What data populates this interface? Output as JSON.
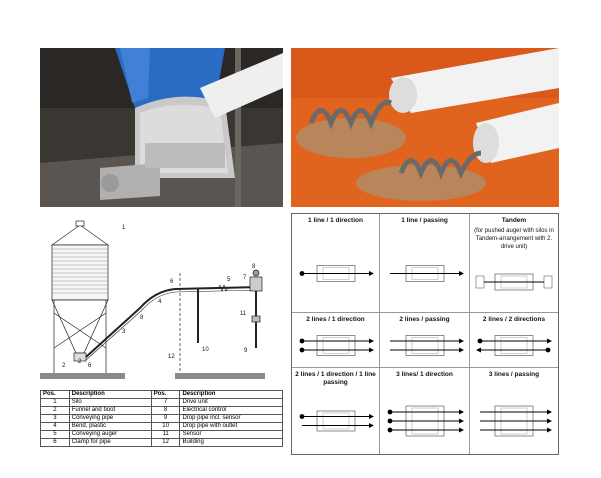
{
  "diagram_labels": {
    "numbers": [
      "1",
      "2",
      "3",
      "4",
      "5",
      "6",
      "7",
      "8",
      "9",
      "10",
      "11",
      "12",
      "6",
      "2",
      "8"
    ]
  },
  "position_table": {
    "headers": [
      "Pos.",
      "Description",
      "Pos.",
      "Description"
    ],
    "rows": [
      [
        "1",
        "Silo",
        "7",
        "Drive unit"
      ],
      [
        "2",
        "Funnel and boot",
        "8",
        "Electrical control"
      ],
      [
        "3",
        "Conveying pipe",
        "9",
        "Drop pipe incl. sensor"
      ],
      [
        "4",
        "Bend, plastic",
        "10",
        "Drop pipe with outlet"
      ],
      [
        "5",
        "Conveying auger",
        "11",
        "Sensor"
      ],
      [
        "6",
        "Clamp for pipe",
        "12",
        "Building"
      ]
    ]
  },
  "configurations": [
    {
      "label": "1 line / 1 direction",
      "note": ""
    },
    {
      "label": "1 line / passing",
      "note": ""
    },
    {
      "label": "Tandem",
      "note": "(for pushed auger with silos in Tandem-arrangement with 2. drive unit)"
    },
    {
      "label": "2 lines / 1 direction",
      "note": ""
    },
    {
      "label": "2 lines / passing",
      "note": ""
    },
    {
      "label": "2 lines / 2 directions",
      "note": ""
    },
    {
      "label": "2 lines / 1 direction / 1 line passing",
      "note": ""
    },
    {
      "label": "3 lines/ 1 direction",
      "note": ""
    },
    {
      "label": "3 lines / passing",
      "note": ""
    }
  ],
  "colors": {
    "hopper_blue": "#2a6bc4",
    "ground": "#8a8a8a",
    "orange_bg": "#e0641e",
    "sawdust": "#b8865a"
  }
}
